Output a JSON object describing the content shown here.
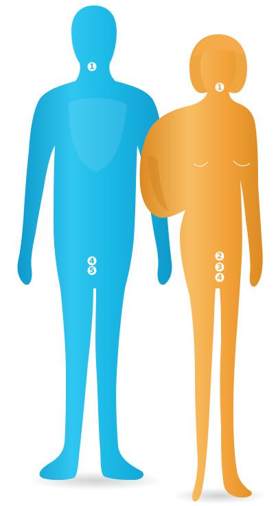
{
  "colors": {
    "male_body": "#1bb8e6",
    "male_body_light": "#3fd0f5",
    "male_body_dark": "#0e9acb",
    "female_body": "#f3a33a",
    "female_body_light": "#f8bd62",
    "female_body_dark": "#dc8a22",
    "marker_fill": "#ffffff",
    "female_hair": "#f0a640"
  },
  "male": {
    "markers": [
      {
        "label": "1"
      },
      {
        "label": "4"
      },
      {
        "label": "5"
      }
    ]
  },
  "female": {
    "markers": [
      {
        "label": "1"
      },
      {
        "label": "2"
      },
      {
        "label": "3"
      },
      {
        "label": "4"
      }
    ]
  }
}
